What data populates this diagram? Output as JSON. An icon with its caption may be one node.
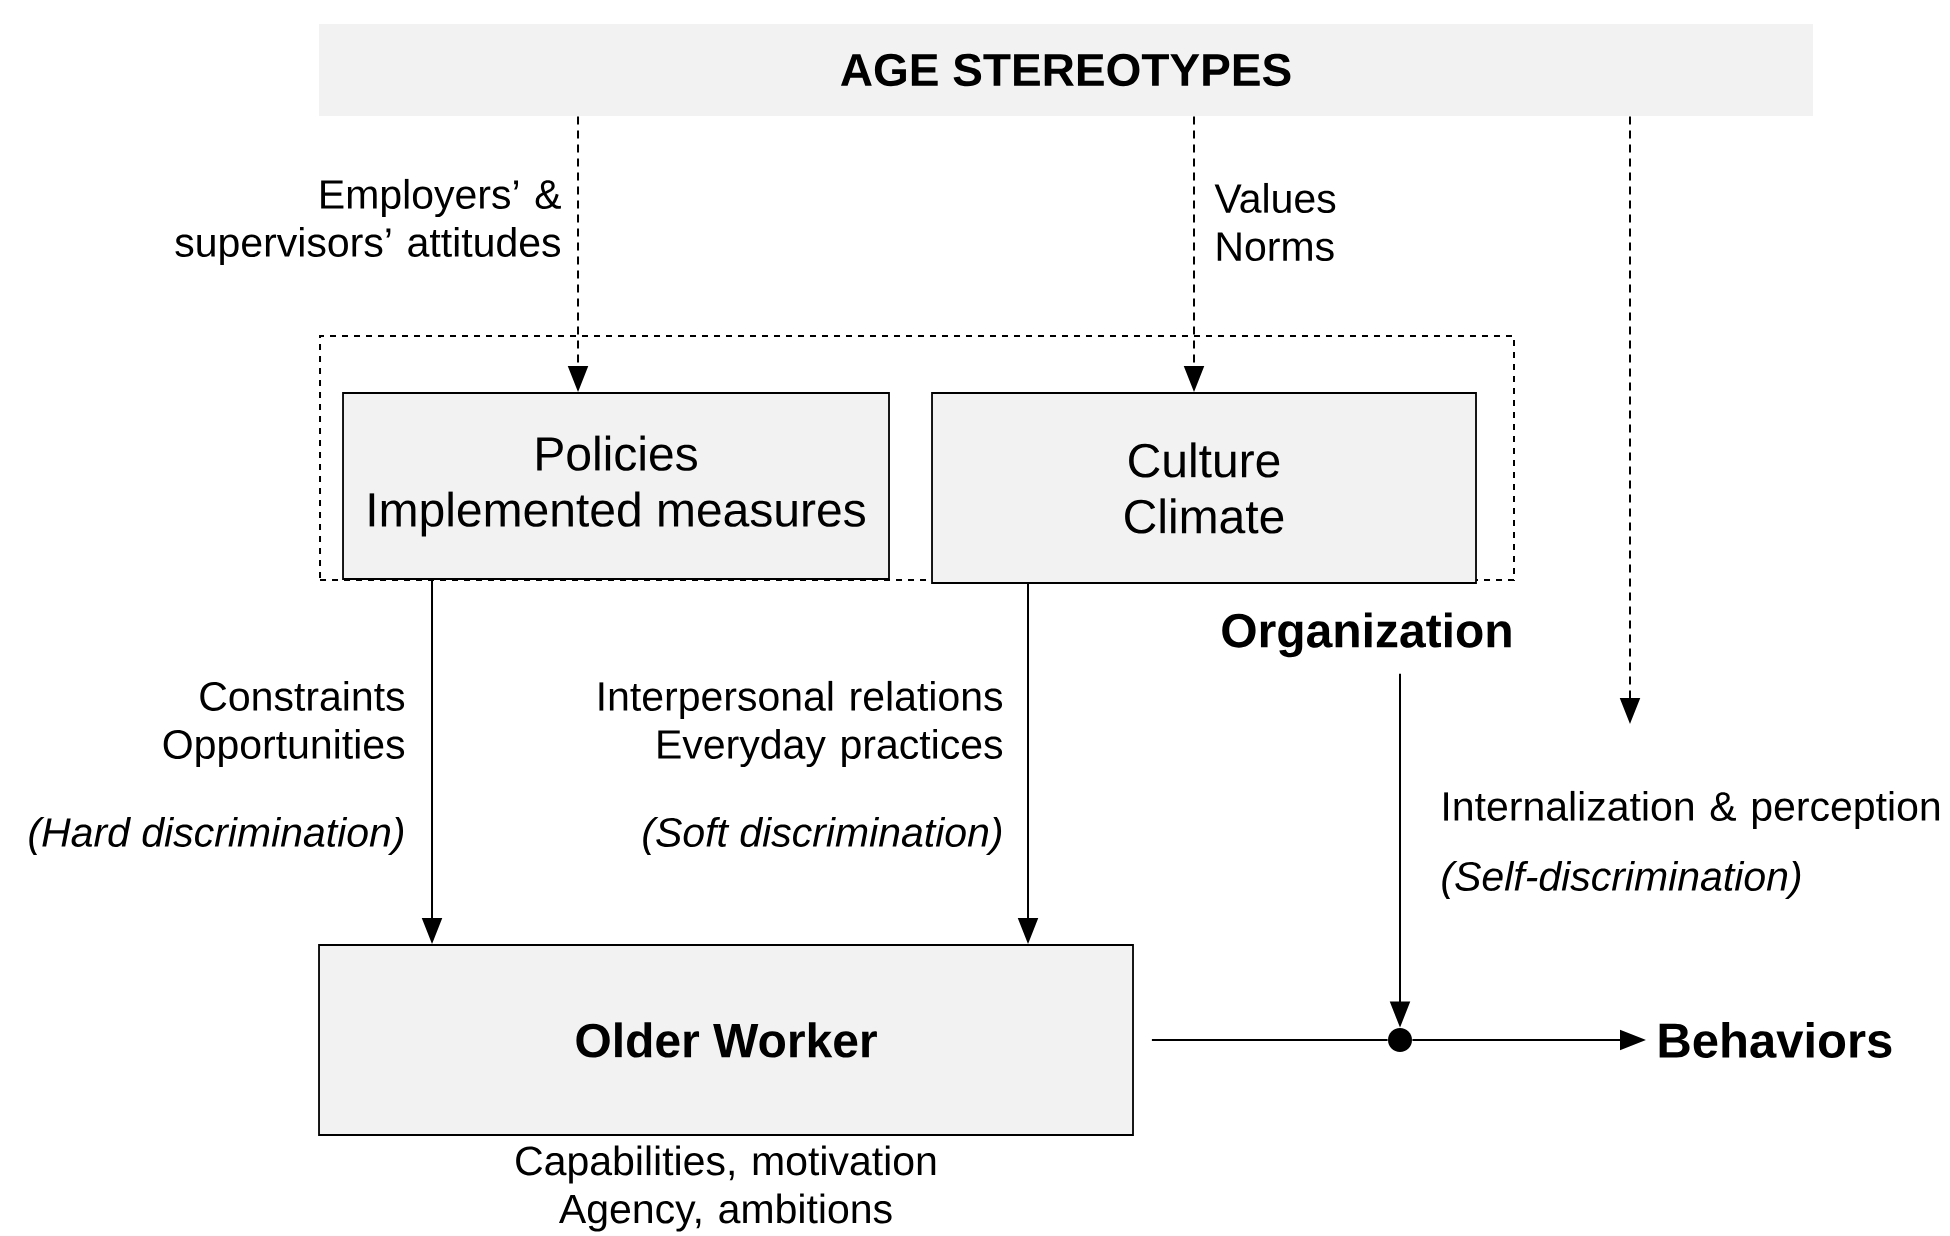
{
  "diagram": {
    "nodes": [
      {
        "text": [
          "AGE STEREOTYPES"
        ]
      },
      {
        "text": [
          "Organization"
        ]
      },
      {
        "text": [
          "Policies",
          "Implemented measures"
        ],
        "in": 1
      },
      {
        "text": [
          "Culture",
          "Climate"
        ],
        "in": 1
      },
      {
        "text": [
          "Older Worker"
        ],
        "beside": [
          "Capabilities, motivation Agency, ambitions"
        ]
      },
      {
        "text": [],
        "shape": "circle"
      },
      {
        "text": [
          "Behaviors"
        ]
      }
    ],
    "edges": [
      {
        "from": 0,
        "to": 2,
        "arrow": "to",
        "style": "dashed",
        "label": "Employers’ & supervisors’ attitudes"
      },
      {
        "from": 0,
        "to": 3,
        "arrow": "to",
        "style": "dashed",
        "label": "Values Norms"
      },
      {
        "from": 0,
        "to": null,
        "arrow": "to",
        "style": "dashed",
        "label": "Internalization & perception"
      },
      {
        "from": 2,
        "to": 4,
        "arrow": "to",
        "label": "Constraints Opportunities"
      },
      {
        "from": 3,
        "to": 4,
        "arrow": "to",
        "label": "Interpersonal relations Everyday practices"
      },
      {
        "from": 1,
        "to": 5,
        "arrow": "to"
      },
      {
        "from": 4,
        "to": 5,
        "arrow": "none"
      },
      {
        "from": 5,
        "to": 6,
        "arrow": "to"
      }
    ],
    "labels": [
      "(Hard discrimination)",
      "(Soft discrimination)",
      "(Self-discrimination)"
    ]
  }
}
